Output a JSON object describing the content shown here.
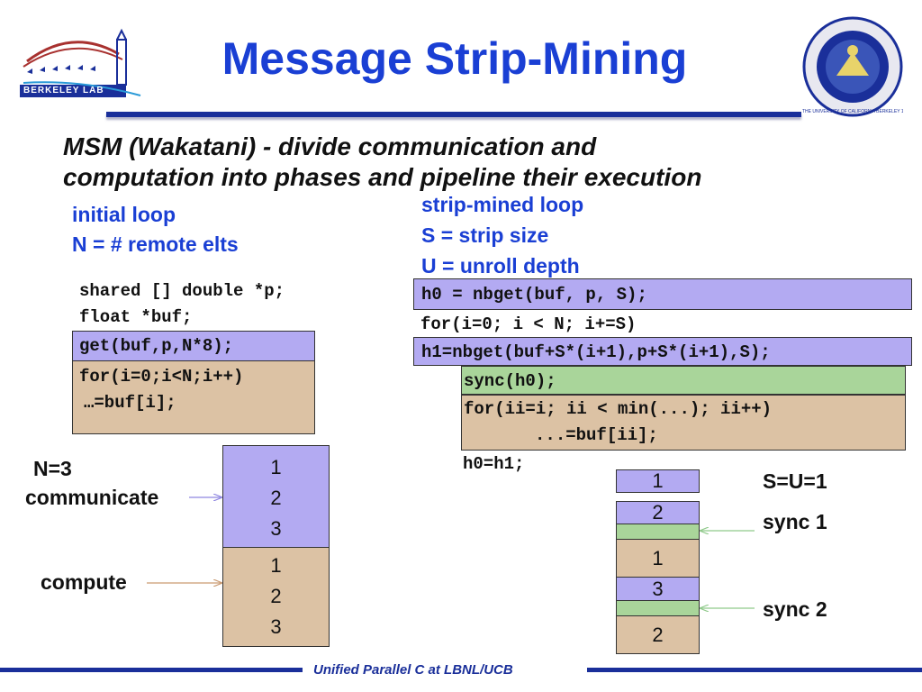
{
  "title": "Message Strip-Mining",
  "logo_left": {
    "text": "Berkeley Lab"
  },
  "logo_right": {
    "text": "THE UNIVERSITY OF CALIFORNIA BERKELEY 1868"
  },
  "subtitle": {
    "line1": "MSM (Wakatani) - divide communication and",
    "line2": "computation into phases and pipeline their execution"
  },
  "initial": {
    "label1": "initial loop",
    "label2": "N = # remote elts",
    "code1": "shared [] double *p;",
    "code2": "float *buf;",
    "code3": "get(buf,p,N*8);",
    "code4": "for(i=0;i<N;i++)",
    "code5": " …=buf[i];"
  },
  "stripmined": {
    "label1": "strip-mined loop",
    "label2": "S = strip size",
    "label3": "U = unroll depth",
    "code1": "h0 = nbget(buf, p, S);",
    "code2": "for(i=0; i < N; i+=S)",
    "code3": "h1=nbget(buf+S*(i+1),p+S*(i+1),S);",
    "code4": "sync(h0);",
    "code5": "for(ii=i; ii < min(...); ii++)",
    "code6": "     ...=buf[ii];",
    "code7": "h0=h1;"
  },
  "left_diagram": {
    "n_label": "N=3",
    "communicate_label": "communicate",
    "compute_label": "compute",
    "communicate_values": [
      "1",
      "2",
      "3"
    ],
    "compute_values": [
      "1",
      "2",
      "3"
    ]
  },
  "right_diagram": {
    "su_label": "S=U=1",
    "sync1_label": "sync 1",
    "sync2_label": "sync 2",
    "cells": [
      "1",
      "2",
      "1",
      "3",
      "2"
    ]
  },
  "footer": {
    "text": "Unified Parallel C at LBNL/UCB"
  },
  "colors": {
    "title_blue": "#1a3fd4",
    "communicate_purple": "#b3aaf2",
    "compute_tan": "#dcc2a4",
    "sync_green": "#a9d59a",
    "rule_navy": "#1a2f9a"
  }
}
